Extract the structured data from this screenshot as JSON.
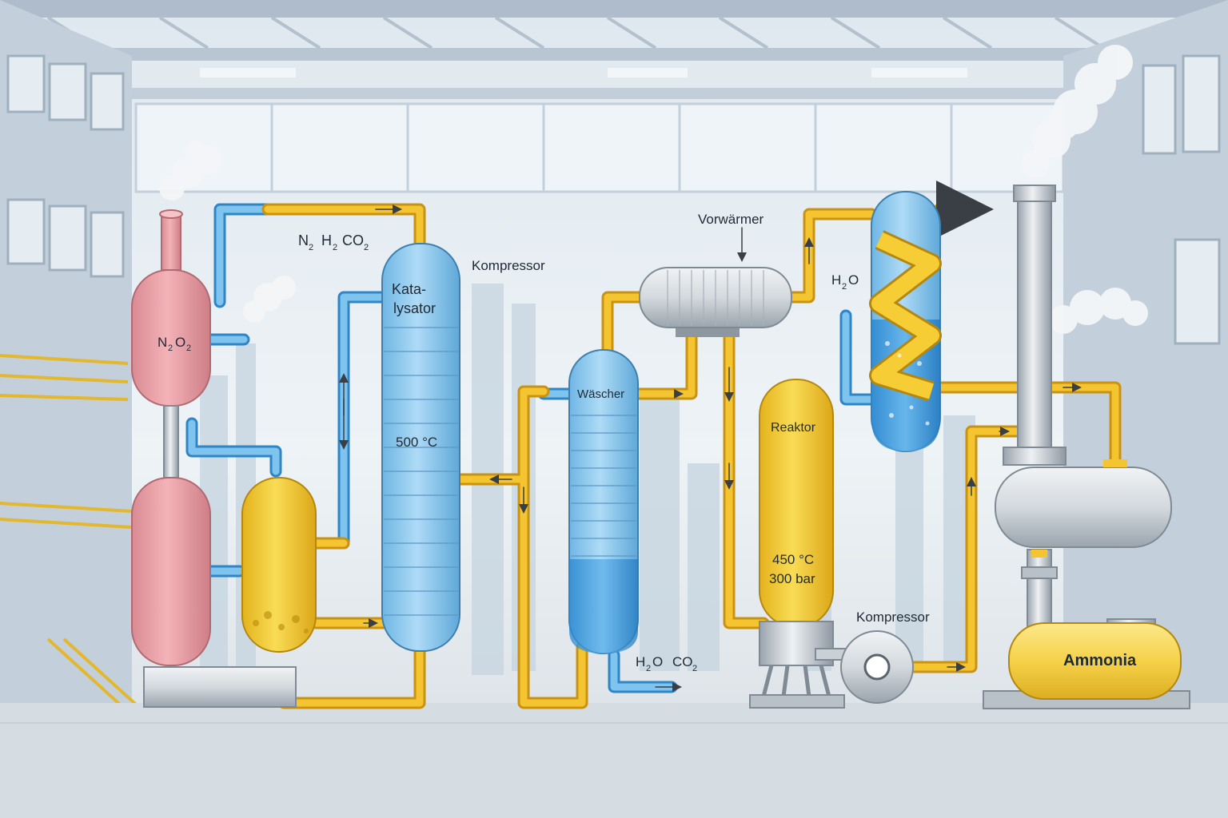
{
  "labels": {
    "feed_gas": {
      "n": "N",
      "n_sub": "2",
      "h": "H",
      "h_sub": "2",
      "co": "CO",
      "co_sub": "2"
    },
    "tank": {
      "n": "N",
      "n_sub": "2",
      "o": "O",
      "o_sub": "2"
    },
    "kompressor_top": "Kompressor",
    "katalysator_line1": "Kata-",
    "katalysator_line2": "lysator",
    "temp_katalysator": "500 °C",
    "waescher": "Wäscher",
    "vorwaermer": "Vorwärmer",
    "h2o_right": {
      "h": "H",
      "h_sub": "2",
      "o": "O"
    },
    "reaktor": "Reaktor",
    "reaktor_temp": "450 °C",
    "reaktor_pressure": "300 bar",
    "kompressor_bottom": "Kompressor",
    "waste": {
      "h": "H",
      "h_sub": "2",
      "o": "O",
      "co": "CO",
      "co_sub": "2"
    },
    "product": "Ammonia"
  },
  "colors": {
    "pipe_yellow": "#f2b620",
    "pipe_blue": "#4da6dc",
    "vessel_pink": "#eea3a9",
    "vessel_yellow": "#f6cf38",
    "vessel_blue": "#8ccbef",
    "steel": "#c9d0d6"
  }
}
